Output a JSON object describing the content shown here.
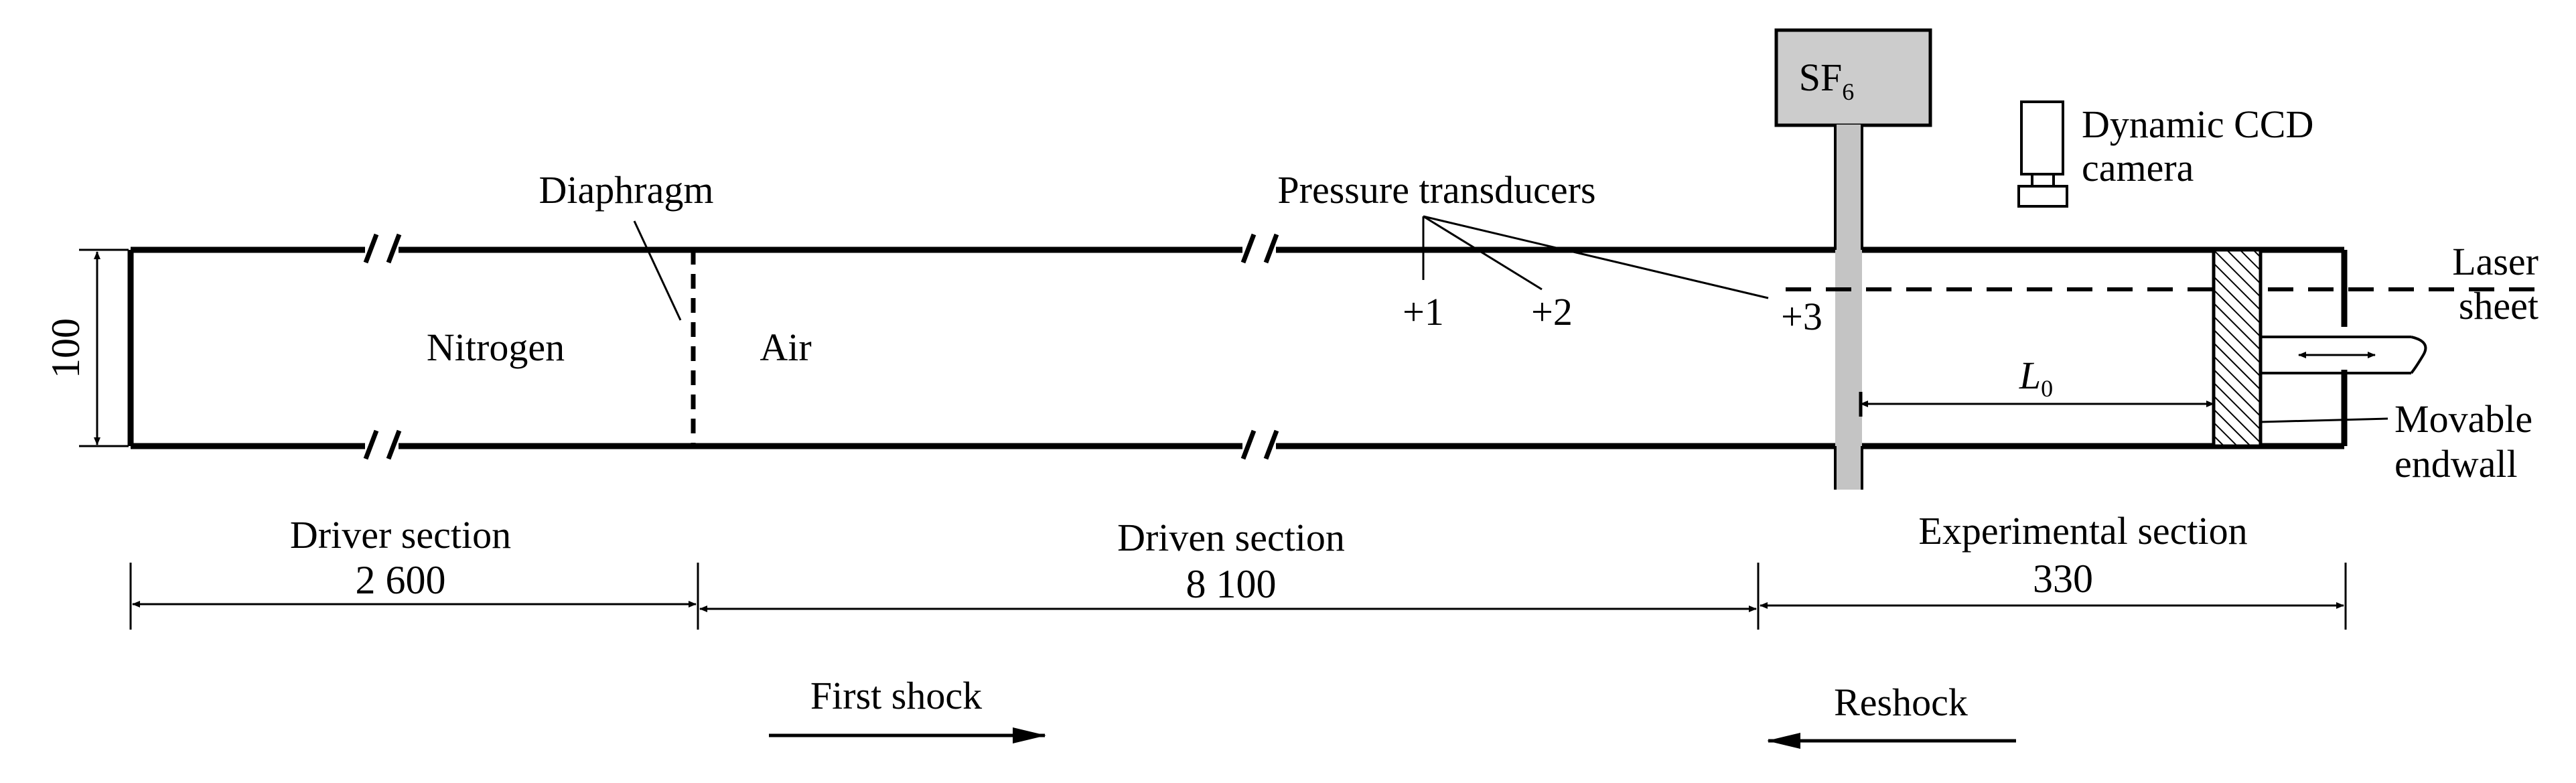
{
  "labels": {
    "sf6_main": "SF",
    "sf6_sub": "6",
    "camera_line1": "Dynamic CCD",
    "camera_line2": "camera",
    "diaphragm": "Diaphragm",
    "pressure_transducers": "Pressure transducers",
    "laser_line1": "Laser",
    "laser_line2": "sheet",
    "nitrogen": "Nitrogen",
    "air": "Air",
    "transducer_1": "+1",
    "transducer_2": "+2",
    "transducer_3": "+3",
    "l0_main": "L",
    "l0_sub": "0",
    "endwall_line1": "Movable",
    "endwall_line2": "endwall",
    "diameter": "100",
    "driver_section": "Driver section",
    "driver_length": "2 600",
    "driven_section": "Driven section",
    "driven_length": "8 100",
    "experimental_section": "Experimental section",
    "experimental_length": "330",
    "first_shock": "First shock",
    "reshock": "Reshock"
  }
}
